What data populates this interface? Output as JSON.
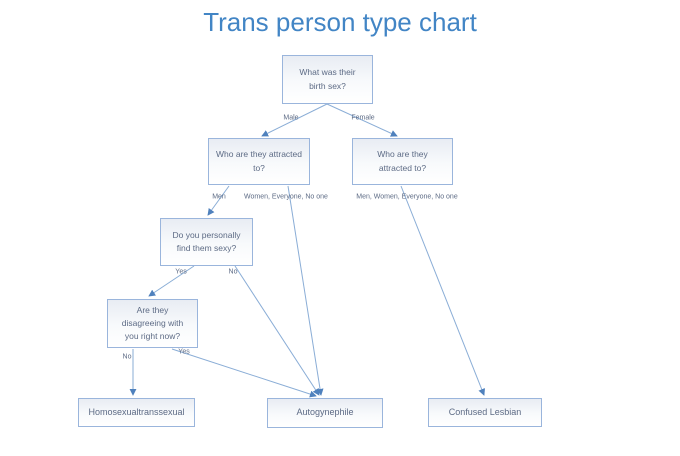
{
  "title": "Trans person type chart",
  "colors": {
    "title_text": "#4285c5",
    "box_border": "#9ab5dc",
    "box_fill_top": "#e8ecf3",
    "box_fill_bottom": "#ffffff",
    "box_text": "#5d6b85",
    "connector_line": "#8aadd6",
    "arrowhead": "#4f81bd",
    "background": "#ffffff"
  },
  "nodes": [
    {
      "id": "birth-sex",
      "label": "What was their birth sex?"
    },
    {
      "id": "who-attracted-male",
      "label": "Who are they attracted to?"
    },
    {
      "id": "who-attracted-female",
      "label": "Who are they attracted to?"
    },
    {
      "id": "find-them-sexy",
      "label": "Do you personally find them sexy?"
    },
    {
      "id": "disagreeing-now",
      "label": "Are they disagreeing with you right now?"
    },
    {
      "id": "homosexual-transsexual",
      "label": "Homosexualtranssexual"
    },
    {
      "id": "autogynephile",
      "label": "Autogynephile"
    },
    {
      "id": "confused-lesbian",
      "label": "Confused Lesbian"
    }
  ],
  "edges": [
    {
      "from": "birth-sex",
      "to": "who-attracted-male",
      "label": "Male"
    },
    {
      "from": "birth-sex",
      "to": "who-attracted-female",
      "label": "Female"
    },
    {
      "from": "who-attracted-male",
      "to": "find-them-sexy",
      "label": "Men"
    },
    {
      "from": "who-attracted-male",
      "to": "autogynephile",
      "label": "Women, Everyone, No one"
    },
    {
      "from": "who-attracted-female",
      "to": "confused-lesbian",
      "label": "Men, Women, Everyone, No one"
    },
    {
      "from": "find-them-sexy",
      "to": "disagreeing-now",
      "label": "Yes"
    },
    {
      "from": "find-them-sexy",
      "to": "autogynephile",
      "label": "No"
    },
    {
      "from": "disagreeing-now",
      "to": "homosexual-transsexual",
      "label": "No"
    },
    {
      "from": "disagreeing-now",
      "to": "autogynephile",
      "label": "Yes"
    }
  ]
}
